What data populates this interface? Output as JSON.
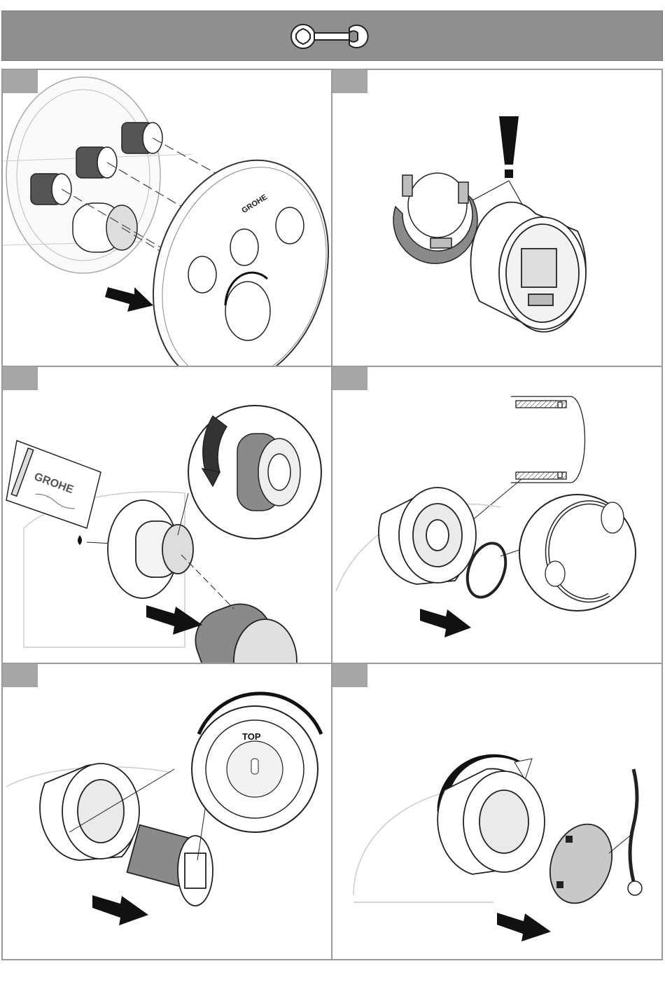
{
  "colors": {
    "header_bg": "#8f8f8f",
    "panel_border": "#9a9a9a",
    "tab_bg": "#a6a6a6",
    "part_grey": "#8a8a8a",
    "cap_grey": "#c8c8c8",
    "arrow_fill": "#1a1a1a"
  },
  "header": {
    "icon": "wrench-icon"
  },
  "panels": [
    {
      "id": "step-1",
      "brand_mark": "GROHE",
      "icon": "faceplate-exploded-illustration"
    },
    {
      "id": "step-2",
      "icon": "warning-exclamation-icon"
    },
    {
      "id": "step-3",
      "brand_mark": "GROHE",
      "icon": "grease-sachet-illustration"
    },
    {
      "id": "step-4",
      "icon": "snap-ring-illustration"
    },
    {
      "id": "step-5",
      "ring_label": "TOP",
      "icon": "adapter-ring-illustration"
    },
    {
      "id": "step-6",
      "icon": "cover-cap-illustration"
    }
  ]
}
